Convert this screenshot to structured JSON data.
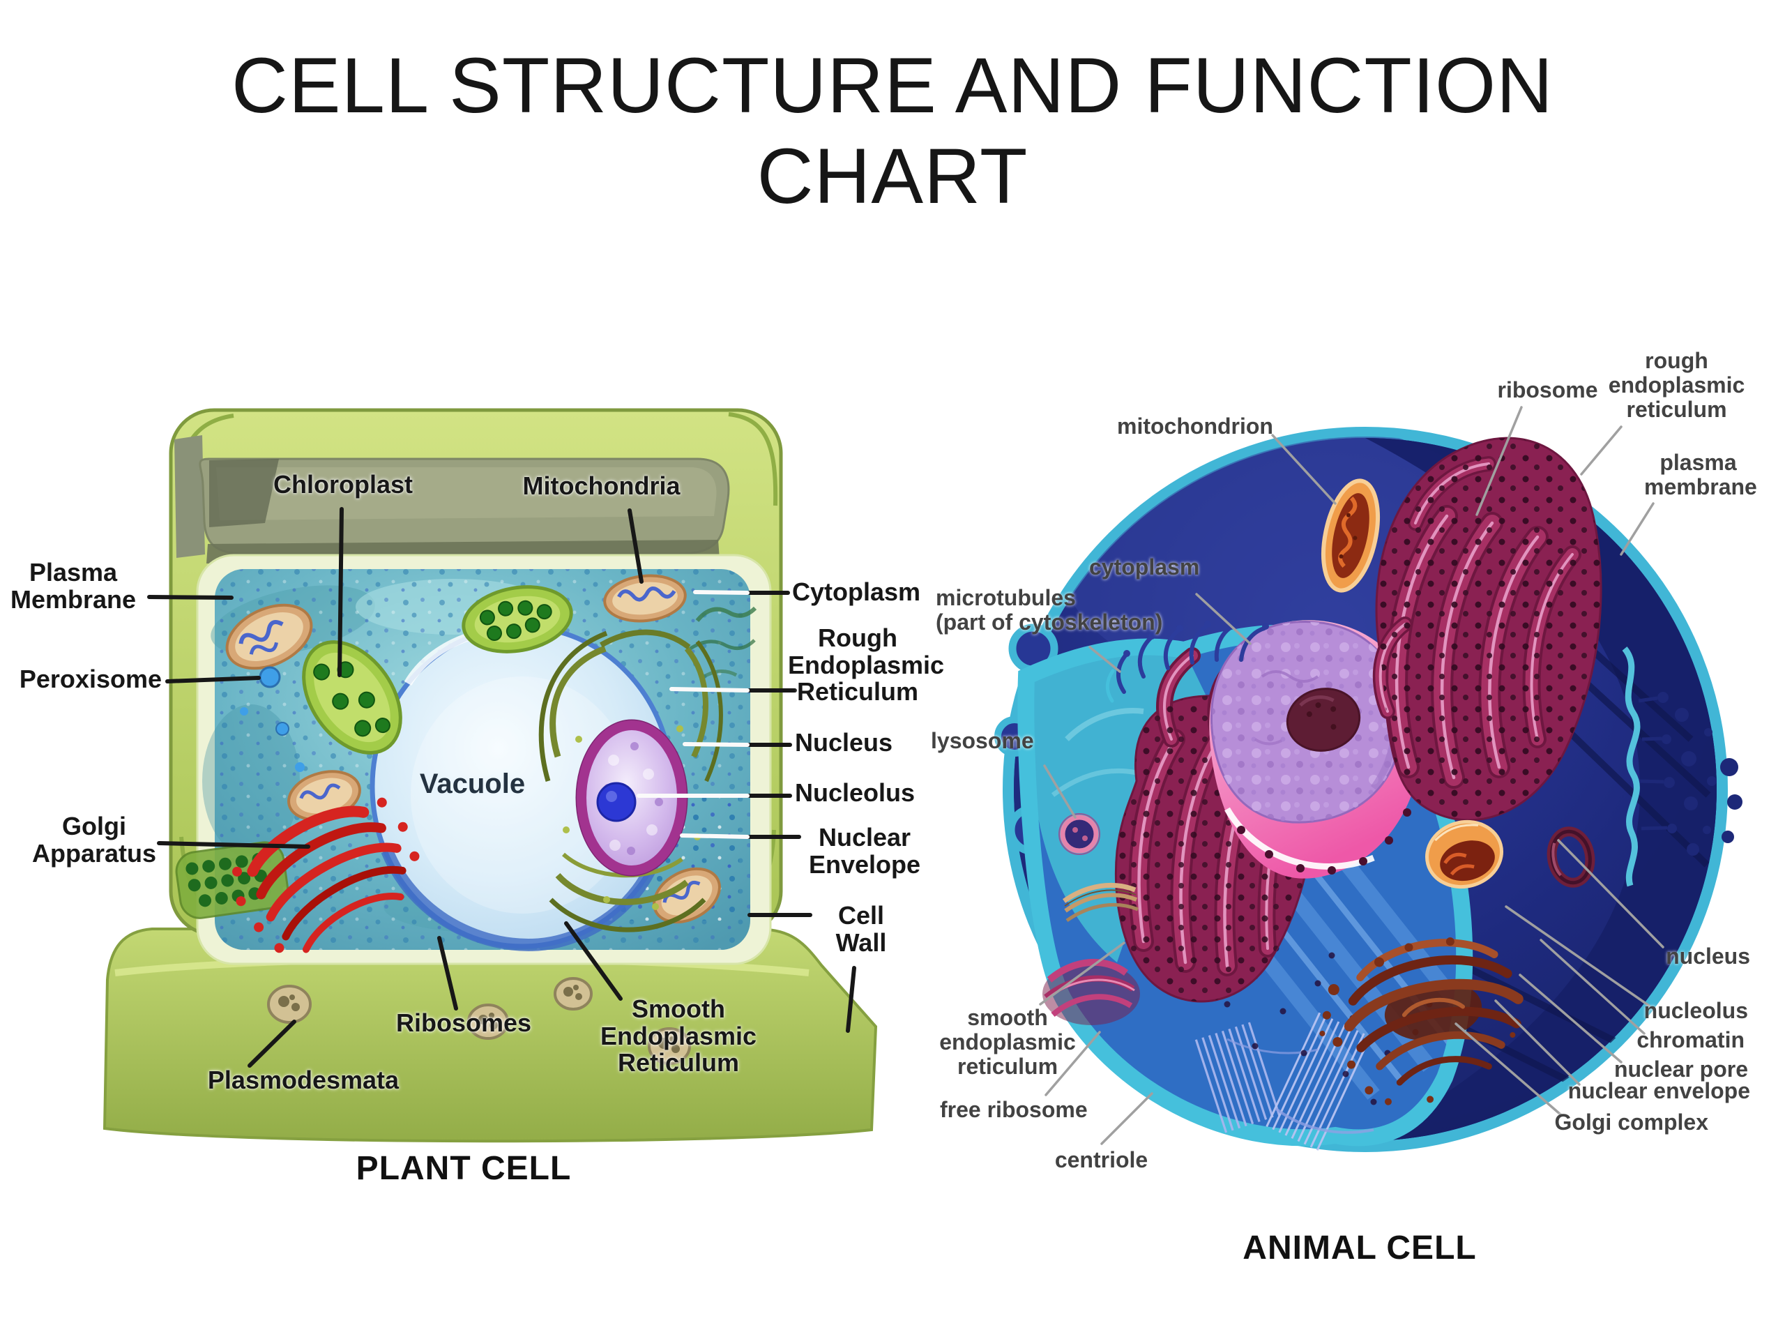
{
  "title": {
    "text": "CELL STRUCTURE AND FUNCTION\nCHART"
  },
  "plant": {
    "caption": "PLANT CELL",
    "labels": {
      "chloroplast": "Chloroplast",
      "mitochondria": "Mitochondria",
      "plasma_membrane": "Plasma\nMembrane",
      "peroxisome": "Peroxisome",
      "golgi_apparatus": "Golgi\nApparatus",
      "vacuole": "Vacuole",
      "cytoplasm": "Cytoplasm",
      "rough_er": "Rough\nEndoplasmic\nReticulum",
      "nucleus": "Nucleus",
      "nucleolus": "Nucleolus",
      "nuclear_envelope": "Nuclear\nEnvelope",
      "cell_wall": "Cell\nWall",
      "ribosomes": "Ribosomes",
      "smooth_er": "Smooth\nEndoplasmic\nReticulum",
      "plasmodesmata": "Plasmodesmata"
    }
  },
  "animal": {
    "caption": "ANIMAL CELL",
    "labels": {
      "mitochondrion": "mitochondrion",
      "ribosome": "ribosome",
      "rough_er": "rough\nendoplasmic\nreticulum",
      "plasma_membrane": "plasma\nmembrane",
      "cytoplasm": "cytoplasm",
      "microtubules": "microtubules\n(part of cytoskeleton)",
      "lysosome": "lysosome",
      "smooth_er": "smooth\nendoplasmic\nreticulum",
      "free_ribosome": "free ribosome",
      "centriole": "centriole",
      "nucleus": "nucleus",
      "nucleolus": "nucleolus",
      "chromatin": "chromatin",
      "nuclear_pore": "nuclear pore",
      "nuclear_envelope": "nuclear envelope",
      "golgi_complex": "Golgi complex"
    }
  },
  "colors": {
    "plant_wall_green": "#aac455",
    "plant_cytoplasm_teal": "#6ab5c6",
    "vacuole_blue": "#cfe7f7",
    "plant_nucleus_magenta": "#a2338f",
    "plant_nucleolus_blue": "#2c38d4",
    "golgi_red": "#d62420",
    "animal_navy": "#1e2a7e",
    "membrane_cyan": "#41b6d6",
    "cut_face_blue": "#2f6ec4",
    "er_maroon": "#8a2152",
    "animal_nucleus_pink": "#ee58a8",
    "animal_nucleolus_maroon": "#5e1d34",
    "mitochondrion_orange": "#f09d4a",
    "leader_black": "#171717",
    "leader_gray": "#a0a0a0"
  }
}
